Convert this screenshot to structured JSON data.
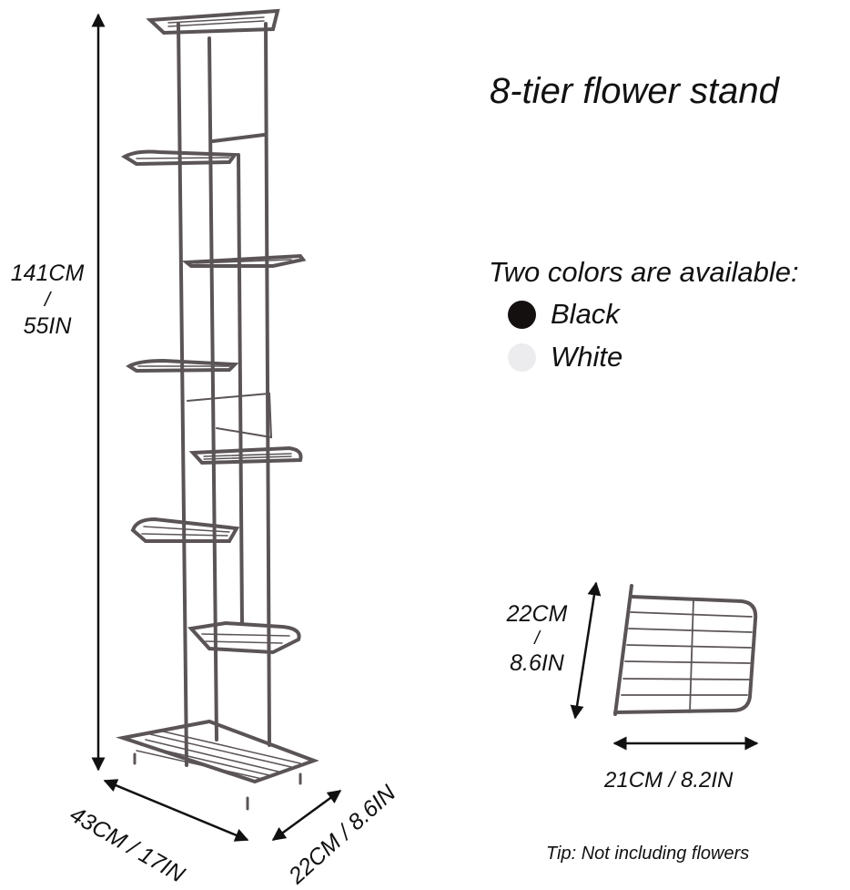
{
  "title": "8-tier flower stand",
  "colors": {
    "heading": "Two colors are available:",
    "options": [
      {
        "label": "Black",
        "swatch": "#141010"
      },
      {
        "label": "White",
        "swatch": "#ecebee"
      }
    ]
  },
  "dimensions": {
    "height_cm": "141CM",
    "separator": "/",
    "height_in": "55IN",
    "width": "43CM / 17IN",
    "depth": "22CM / 8.6IN",
    "shelf_depth_cm": "22CM",
    "shelf_depth_in": "8.6IN",
    "shelf_width": "21CM / 8.2IN"
  },
  "tip": "Tip: Not including flowers",
  "stand_color": "#5b5457"
}
